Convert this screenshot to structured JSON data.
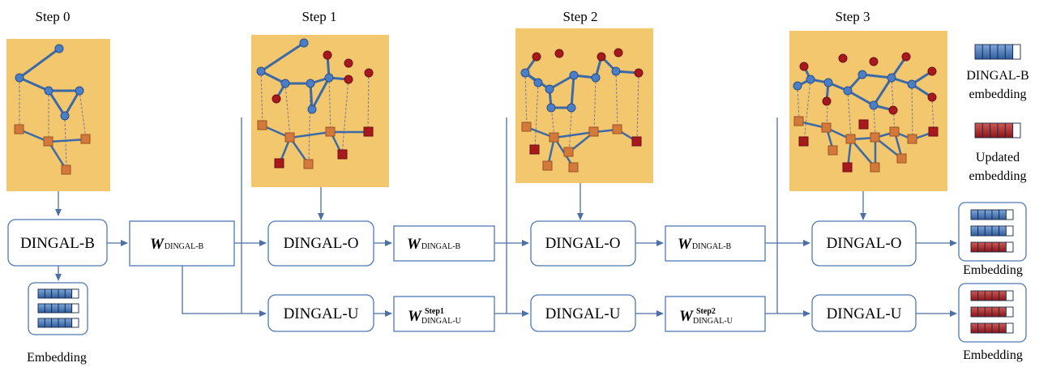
{
  "steps": [
    "Step 0",
    "Step 1",
    "Step 2",
    "Step 3"
  ],
  "modules": {
    "base": "DINGAL-B",
    "online": "DINGAL-O",
    "update": "DINGAL-U"
  },
  "weights": {
    "symbol": "W",
    "base_sub": "DINGAL-B",
    "update_sub": "DINGAL-U",
    "step1_sup": "Step1",
    "step2_sup": "Step2"
  },
  "legend": {
    "base_line1": "DINGAL-B",
    "base_line2": "embedding",
    "updated_line1": "Updated",
    "updated_line2": "embedding"
  },
  "embedding_label": "Embedding",
  "colors": {
    "panel": "#f2c76e",
    "node_blue": "#4a7fc8",
    "node_red": "#a8191e",
    "square_orange": "#d4793c",
    "edge": "#3d6aa6",
    "box_border": "#4f78b5",
    "arrow": "#4c6fa5"
  }
}
